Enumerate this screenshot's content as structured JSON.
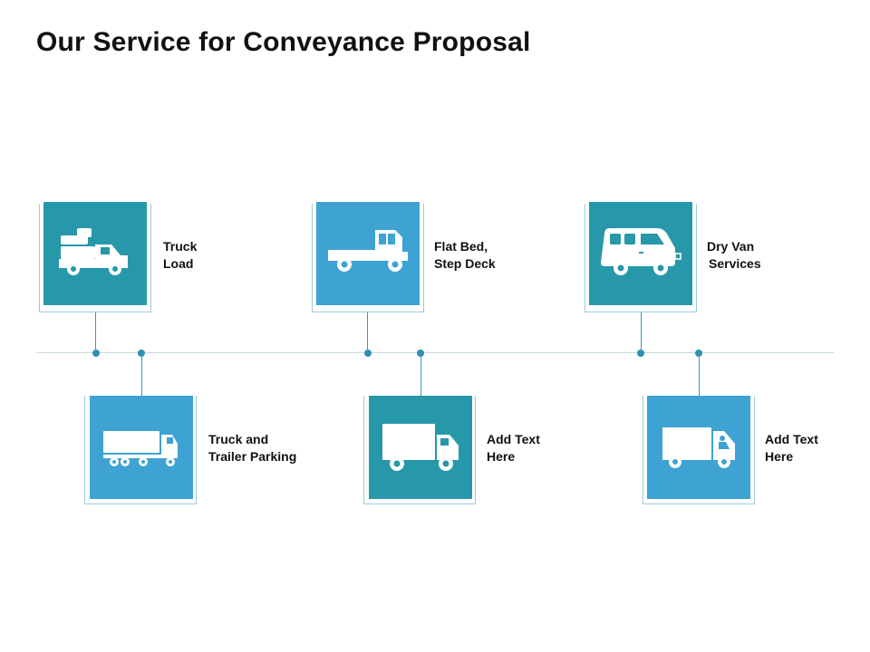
{
  "title": "Our Service for Conveyance Proposal",
  "colors": {
    "tile_dark": "#2798a9",
    "tile_light": "#3ea3d3",
    "accent": "#2d8fb3"
  },
  "items": [
    {
      "lines": [
        "Truck",
        "Load"
      ],
      "icon": "loaded-truck-icon"
    },
    {
      "lines": [
        "Truck and",
        "Trailer Parking"
      ],
      "icon": "semi-trailer-icon"
    },
    {
      "lines": [
        "Flat Bed,",
        "Step Deck"
      ],
      "icon": "pickup-truck-icon"
    },
    {
      "lines": [
        "Add Text",
        "Here"
      ],
      "icon": "box-truck-icon"
    },
    {
      "lines": [
        "Dry Van",
        "Services"
      ],
      "icon": "van-icon"
    },
    {
      "lines": [
        "Add Text",
        "Here"
      ],
      "icon": "delivery-truck-icon"
    }
  ]
}
